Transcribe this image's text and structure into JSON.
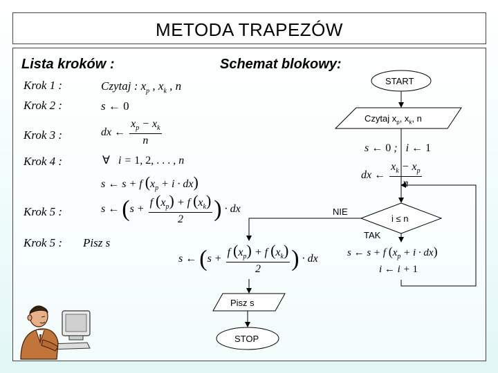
{
  "title": "METODA TRAPEZÓW",
  "headers": {
    "steps": "Lista kroków :",
    "flowchart": "Schemat blokowy:"
  },
  "steps": {
    "k1": {
      "label": "Krok 1 :",
      "text": "Czytaj :"
    },
    "k2": {
      "label": "Krok 2 :"
    },
    "k3": {
      "label": "Krok 3 :"
    },
    "k4": {
      "label": "Krok 4 :"
    },
    "k5a": {
      "label": "Krok 5 :"
    },
    "k5b": {
      "label": "Krok 5 :",
      "text": "Pisz s"
    }
  },
  "flowchart": {
    "start": "START",
    "read": "Czytaj x",
    "read_p": "p",
    "read_mid": ", x",
    "read_k": "k",
    "read_end": ", n",
    "condition": "i ≤ n",
    "no": "NIE",
    "yes": "TAK",
    "write": "Pisz s",
    "stop": "STOP"
  },
  "colors": {
    "line": "#000000",
    "title_bg": "#ffffff",
    "page_bg": "#eefbfb"
  }
}
